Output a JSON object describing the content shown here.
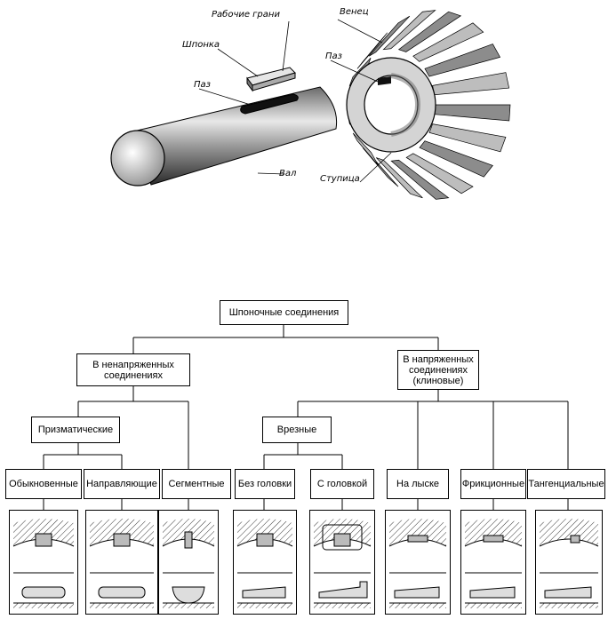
{
  "illustration": {
    "labels": {
      "working_faces": "Рабочие грани",
      "key": "Шпонка",
      "slot_shaft": "Паз",
      "shaft": "Вал",
      "rim": "Венец",
      "slot_hub": "Паз",
      "hub": "Ступица"
    }
  },
  "tree": {
    "root": "Шпоночные соединения",
    "unstressed": "В ненапряженных\nсоединениях",
    "stressed": "В напряженных\nсоединениях\n(клиновые)",
    "prismatic": "Призматические",
    "wedge": "Врезные",
    "types": [
      "Обыкновенные",
      "Направляющие",
      "Сегментные",
      "Без головки",
      "С головкой",
      "На лыске",
      "Фрикционные",
      "Тангенциальные"
    ]
  }
}
